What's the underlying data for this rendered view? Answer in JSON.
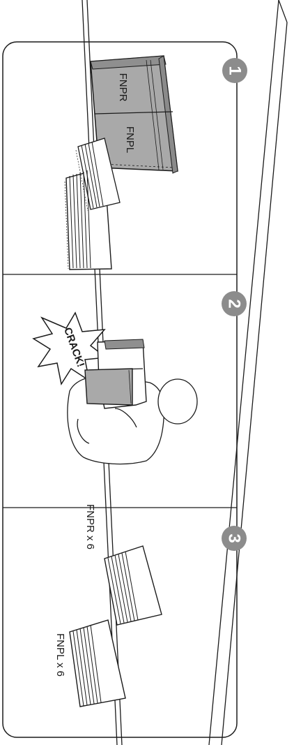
{
  "steps": [
    {
      "number": "1",
      "labels": [
        "FNPR",
        "FNPL"
      ]
    },
    {
      "number": "2",
      "sound_effect": "CRACK!"
    },
    {
      "number": "3",
      "labels": [
        "FNPR x 6",
        "FNPL x 6"
      ]
    }
  ],
  "colors": {
    "line": "#1a1a1a",
    "panel_fill": "#a9a9a9",
    "badge_fill": "#8c8c8c",
    "badge_text": "#ffffff",
    "background": "#ffffff"
  }
}
